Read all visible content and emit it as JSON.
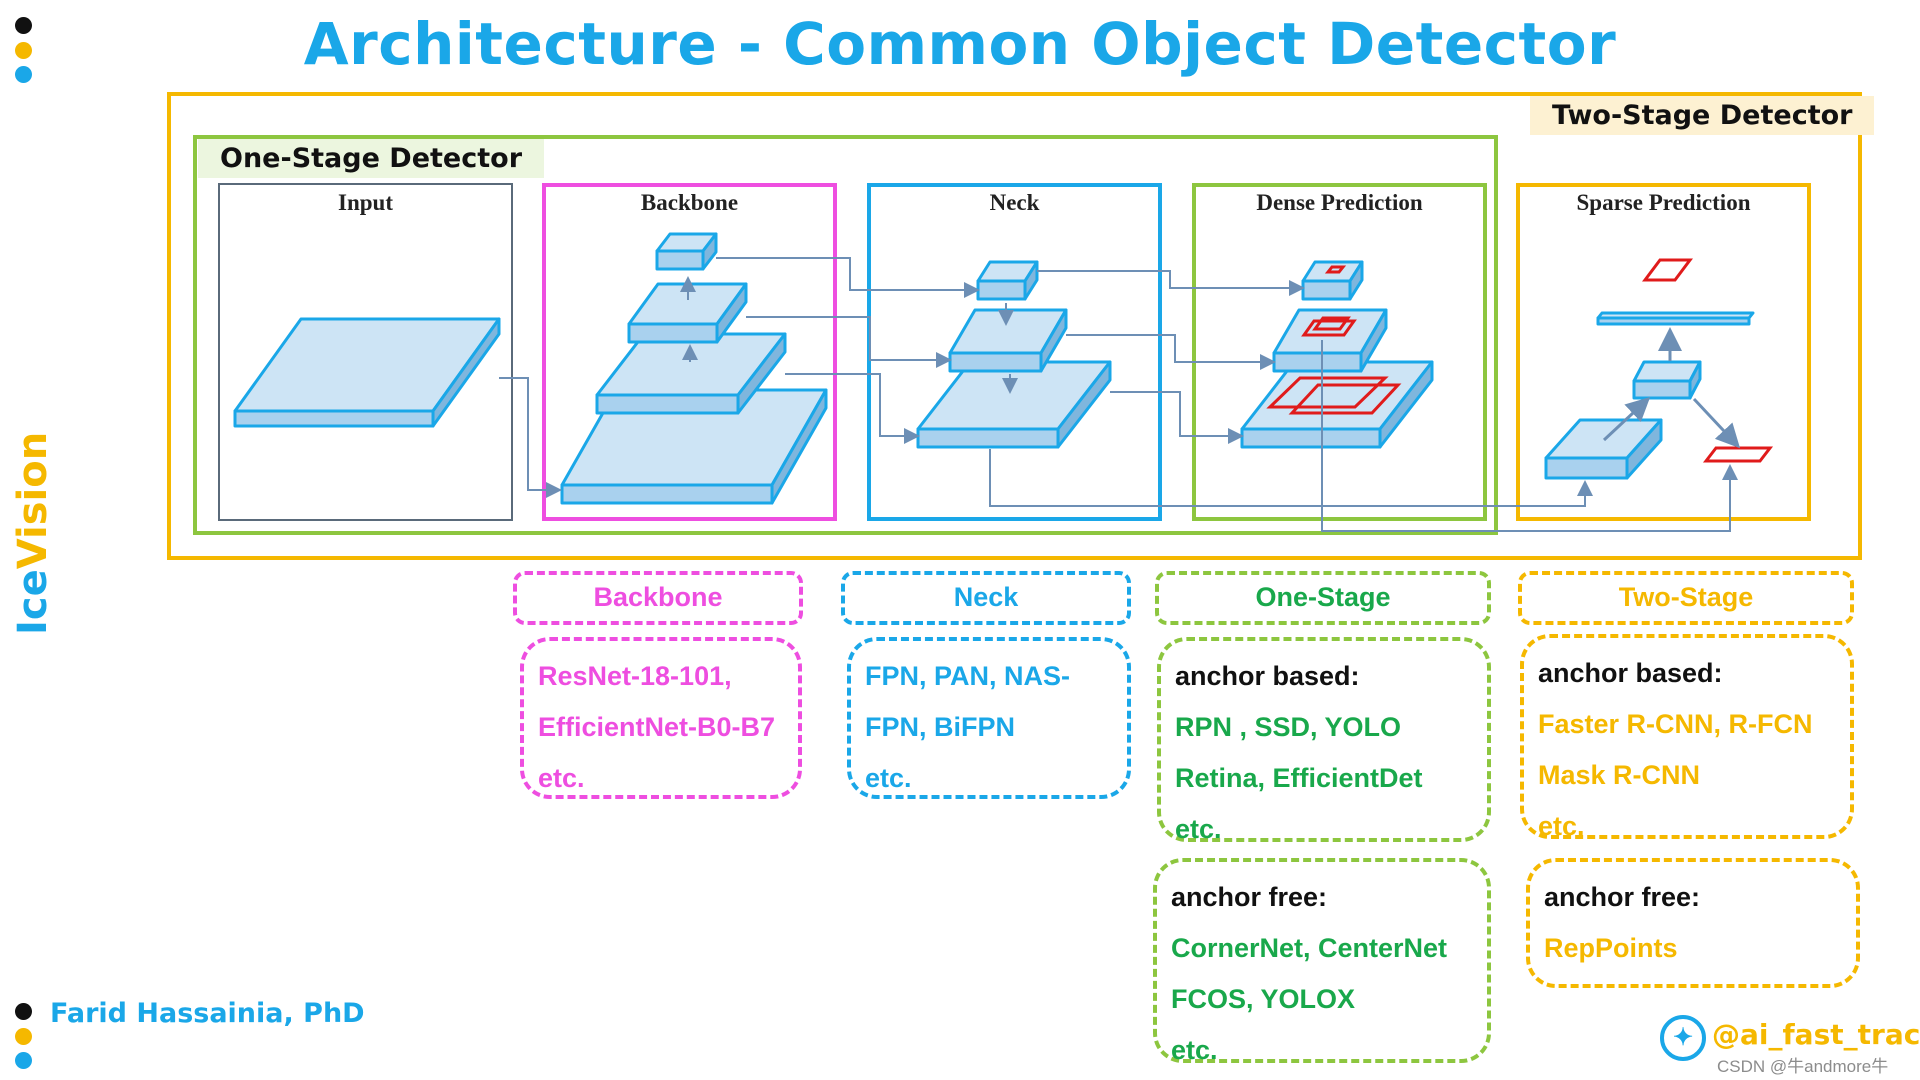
{
  "title": "Architecture - Common Object Detector",
  "brand": {
    "part1": "Ice",
    "part2": "Vision"
  },
  "author": "Farid Hassainia, PhD",
  "handle": "@ai_fast_track",
  "watermark": "CSDN @牛andmore牛",
  "colors": {
    "blue": "#1aa7e8",
    "yellow": "#f5b800",
    "green": "#8dc63f",
    "magenta": "#ee4ee0",
    "dark_green": "#19a84b"
  },
  "diagram": {
    "two_stage_label": "Two-Stage Detector",
    "one_stage_label": "One-Stage Detector",
    "panels": {
      "input": "Input",
      "backbone": "Backbone",
      "neck": "Neck",
      "dense": "Dense Prediction",
      "sparse": "Sparse Prediction"
    }
  },
  "categories": {
    "backbone": {
      "title": "Backbone",
      "lines": [
        "ResNet-18-101,",
        "EfficientNet-B0-B7",
        "etc."
      ]
    },
    "neck": {
      "title": "Neck",
      "lines": [
        "FPN, PAN, NAS-",
        "FPN, BiFPN",
        "etc."
      ]
    },
    "one_stage": {
      "title": "One-Stage",
      "anchor_based": {
        "heading": "anchor based:",
        "lines": [
          "RPN , SSD, YOLO",
          "Retina, EfficientDet",
          "etc."
        ]
      },
      "anchor_free": {
        "heading": "anchor free:",
        "lines": [
          "CornerNet, CenterNet",
          "FCOS, YOLOX",
          "etc."
        ]
      }
    },
    "two_stage": {
      "title": "Two-Stage",
      "anchor_based": {
        "heading": "anchor based:",
        "lines": [
          "Faster R-CNN, R-FCN",
          "Mask R-CNN",
          "etc."
        ]
      },
      "anchor_free": {
        "heading": "anchor free:",
        "lines": [
          "RepPoints"
        ]
      }
    }
  }
}
